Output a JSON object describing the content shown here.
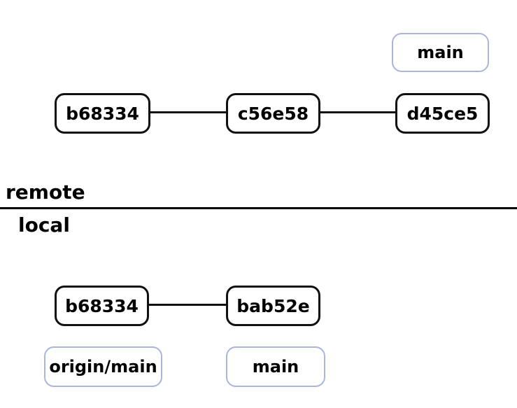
{
  "diagram": {
    "type": "git-branch-graph",
    "sections": {
      "remote": {
        "label": "remote",
        "commits": [
          {
            "id": "b68334"
          },
          {
            "id": "c56e58"
          },
          {
            "id": "d45ce5"
          }
        ],
        "branch_labels": [
          {
            "text": "main",
            "attached_to": "d45ce5"
          }
        ]
      },
      "local": {
        "label": "local",
        "commits": [
          {
            "id": "b68334"
          },
          {
            "id": "bab52e"
          }
        ],
        "branch_labels": [
          {
            "text": "origin/main",
            "attached_to": "b68334"
          },
          {
            "text": "main",
            "attached_to": "bab52e"
          }
        ]
      }
    },
    "colors": {
      "commit_border": "#111111",
      "branch_label_border": "#aab4de",
      "edge": "#111111",
      "divider": "#000000",
      "text": "#000000",
      "background": "#ffffff"
    }
  }
}
